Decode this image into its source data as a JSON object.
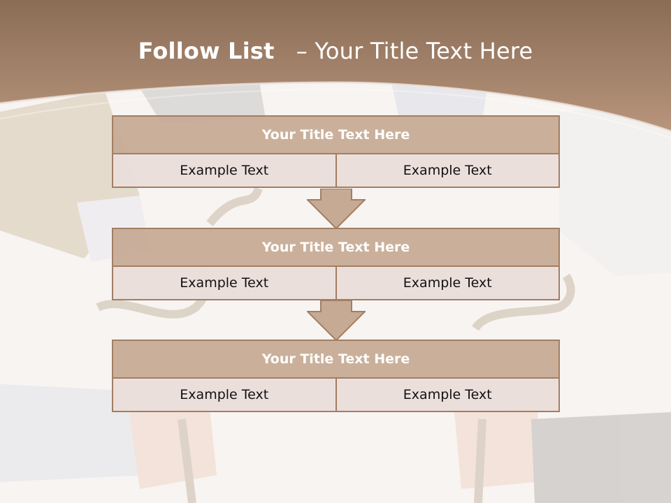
{
  "slide": {
    "title_bold": "Follow List",
    "title_rest": "– Your Title Text Here"
  },
  "steps": [
    {
      "title": "Your Title Text Here",
      "left": "Example Text",
      "right": "Example Text"
    },
    {
      "title": "Your Title Text Here",
      "left": "Example Text",
      "right": "Example Text"
    },
    {
      "title": "Your Title Text Here",
      "left": "Example Text",
      "right": "Example Text"
    }
  ],
  "colors": {
    "header_band": "#9a7a62",
    "box_title_fill": "#c6aa94",
    "box_border": "#a27e63",
    "cell_fill": "#eadedb",
    "arrow_fill": "#c6aa94"
  }
}
